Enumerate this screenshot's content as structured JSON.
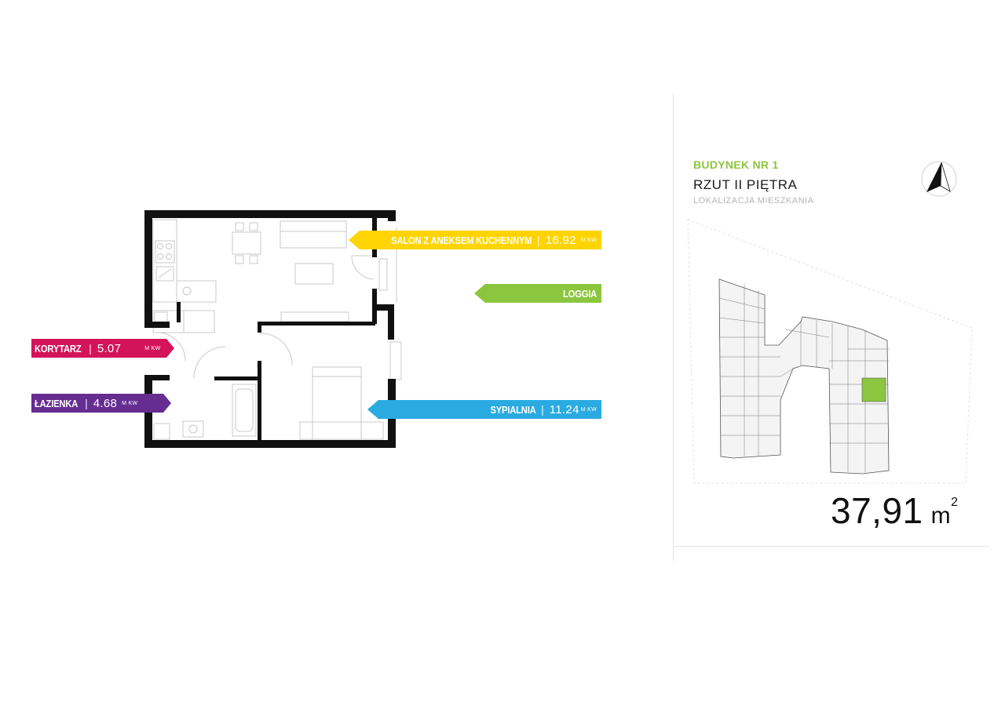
{
  "rooms": [
    {
      "name": "SALON Z ANEKSEM KUCHENNYM",
      "value": "16.92",
      "unit": "M KW",
      "color": "#ffd400"
    },
    {
      "name": "LOGGIA",
      "color": "#8cc63f"
    },
    {
      "name": "KORYTARZ",
      "value": "5.07",
      "unit": "M KW",
      "color": "#d4145a"
    },
    {
      "name": "ŁAZIENKA",
      "value": "4.68",
      "unit": "M KW",
      "color": "#662d91"
    },
    {
      "name": "SYPIALNIA",
      "value": "11.24",
      "unit": "M KW",
      "color": "#29abe2"
    }
  ],
  "location": {
    "building": "BUDYNEK NR 1",
    "floor": "RZUT II PIĘTRA",
    "caption": "LOKALIZACJA MIESZKANIA",
    "highlight_color": "#8cc63f"
  },
  "total_area": {
    "value": "37,91",
    "unit": "m",
    "exp": "2"
  },
  "icons": {
    "compass": "north-arrow-icon"
  }
}
